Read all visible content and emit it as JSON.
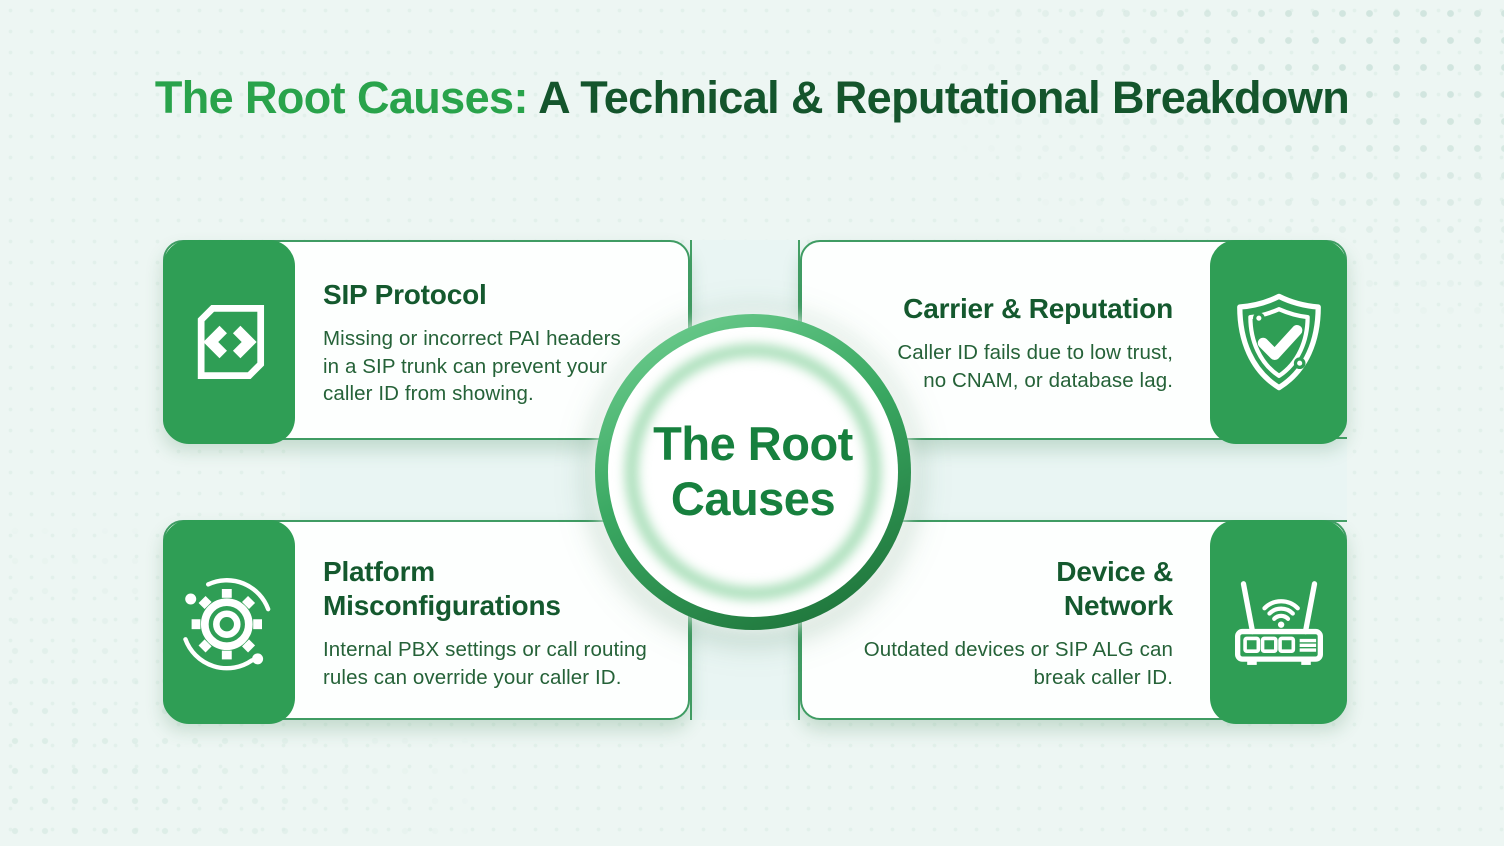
{
  "title": {
    "highlight": "The Root Causes:",
    "rest": " A Technical & Reputational Breakdown"
  },
  "center": {
    "label": "The Root\nCauses"
  },
  "cards": [
    {
      "id": "sip-protocol",
      "heading": "SIP Protocol",
      "body": "Missing or incorrect PAI headers\nin a SIP trunk can prevent your\ncaller ID from showing.",
      "icon": "code-brackets-icon",
      "icon_side": "left"
    },
    {
      "id": "carrier-reputation",
      "heading": "Carrier & Reputation",
      "body": "Caller ID fails due to low trust,\nno CNAM, or database lag.",
      "icon": "shield-check-icon",
      "icon_side": "right"
    },
    {
      "id": "platform-misconfigurations",
      "heading": "Platform\nMisconfigurations",
      "body": "Internal PBX settings or call routing\nrules can override your caller ID.",
      "icon": "gear-process-icon",
      "icon_side": "left"
    },
    {
      "id": "device-network",
      "heading": "Device &\nNetwork",
      "body": "Outdated devices or SIP ALG can\nbreak caller ID.",
      "icon": "router-icon",
      "icon_side": "right"
    }
  ],
  "colors": {
    "background": "#edf6f3",
    "title_highlight": "#29a34b",
    "title_dark": "#14552c",
    "card_border": "#3f9c63",
    "card_heading": "#14592e",
    "card_body": "#256238",
    "icon_panel": "#2f9e55",
    "ring_light": "#74d194",
    "ring_dark": "#1a6c34",
    "center_text": "#17803e"
  }
}
